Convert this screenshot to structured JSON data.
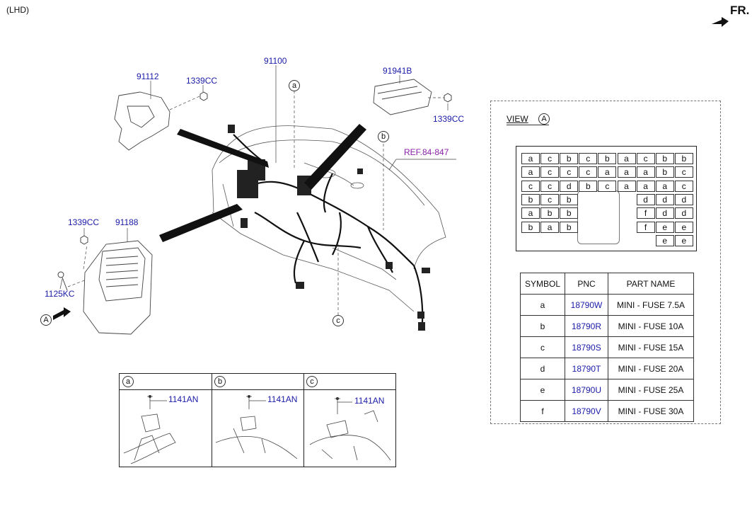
{
  "corner_label": "(LHD)",
  "front_label": "FR.",
  "callouts": {
    "p91112": "91112",
    "p1339cc_top": "1339CC",
    "p91100": "91100",
    "p91941b": "91941B",
    "p1339cc_right": "1339CC",
    "ref": "REF.84-847",
    "p1339cc_left": "1339CC",
    "p91188": "91188",
    "p1125kc": "1125KC"
  },
  "markers": {
    "a": "a",
    "b": "b",
    "c": "c",
    "view_a": "A"
  },
  "view": {
    "title": "VIEW",
    "marker": "A",
    "fuse_rows": [
      [
        "a",
        "c",
        "b",
        "c",
        "b",
        "a",
        "c",
        "b",
        "b"
      ],
      [
        "a",
        "c",
        "c",
        "c",
        "a",
        "a",
        "a",
        "b",
        "c"
      ],
      [
        "c",
        "c",
        "d",
        "b",
        "c",
        "a",
        "a",
        "a",
        "c"
      ],
      [
        "b",
        "c",
        "b",
        "",
        "",
        "",
        "d",
        "d",
        "d"
      ],
      [
        "a",
        "b",
        "b",
        "",
        "",
        "",
        "f",
        "d",
        "d"
      ],
      [
        "b",
        "a",
        "b",
        "",
        "",
        "",
        "f",
        "e",
        "e"
      ],
      [
        "",
        "",
        "",
        "",
        "",
        "",
        "",
        "e",
        "e"
      ]
    ],
    "table_headers": [
      "SYMBOL",
      "PNC",
      "PART NAME"
    ],
    "table_rows": [
      [
        "a",
        "18790W",
        "MINI - FUSE 7.5A"
      ],
      [
        "b",
        "18790R",
        "MINI - FUSE 10A"
      ],
      [
        "c",
        "18790S",
        "MINI - FUSE 15A"
      ],
      [
        "d",
        "18790T",
        "MINI - FUSE 20A"
      ],
      [
        "e",
        "18790U",
        "MINI - FUSE 25A"
      ],
      [
        "f",
        "18790V",
        "MINI - FUSE 30A"
      ]
    ]
  },
  "details": [
    {
      "marker": "a",
      "part": "1141AN"
    },
    {
      "marker": "b",
      "part": "1141AN"
    },
    {
      "marker": "c",
      "part": "1141AN"
    }
  ]
}
